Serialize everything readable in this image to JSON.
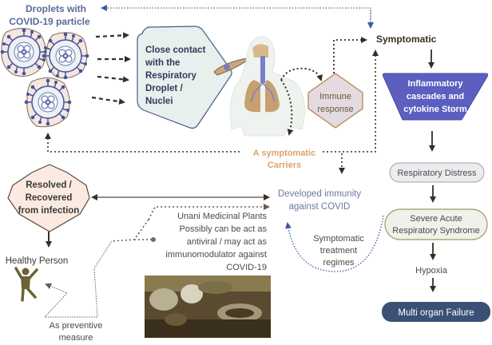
{
  "title": "COVID-19 pathogenesis and Unani medicinal plants flow diagram",
  "colors": {
    "droplet_title": "#5a6a9a",
    "virus_blue": "#3f55a0",
    "droplet_fill": "#f6e6de",
    "contact_fill": "#e8f0ee",
    "contact_stroke": "#4a5a8a",
    "immune_fill": "#e4dae0",
    "immune_stroke": "#b08850",
    "inflammatory_fill": "#5b5fbf",
    "distress_fill": "#ececec",
    "sars_fill": "#eef2ea",
    "sars_stroke": "#9a9a6a",
    "multi_organ_fill": "#3a5075",
    "resolved_fill": "#fbeae0",
    "carriers_text": "#d9a46a",
    "immunity_text": "#6a7aa0",
    "arrow_dark": "#3a2e22",
    "healthy_person": "#6b6235"
  },
  "nodes": {
    "droplets_title_line1": "Droplets with",
    "droplets_title_line2": "COVID-19 particle",
    "close_contact": [
      "Close contact",
      "with the",
      "Respiratory",
      "Droplet /",
      "Nuclei"
    ],
    "immune_response": [
      "Immune",
      "response"
    ],
    "symptomatic": "Symptomatic",
    "inflammatory": [
      "Inflammatory",
      "cascades and",
      "cytokine Storm"
    ],
    "asymptomatic_carriers": [
      "A symptomatic",
      "Carriers"
    ],
    "respiratory_distress": "Respiratory Distress",
    "sars": [
      "Severe Acute",
      "Respiratory Syndrome"
    ],
    "hypoxia": "Hypoxia",
    "multi_organ_failure": "Multi organ Failure",
    "resolved": [
      "Resolved /",
      "Recovered",
      "from infection"
    ],
    "developed_immunity": [
      "Developed immunity",
      "against COVID"
    ],
    "unani": [
      "Unani Medicinal Plants",
      "Possibly can be act as",
      "antiviral / may act as",
      "immunomodulator against",
      "COVID-19"
    ],
    "symptomatic_treatment": [
      "Symptomatic",
      "treatment",
      "regimes"
    ],
    "healthy_person": "Healthy Person",
    "preventive": [
      "As preventive",
      "measure"
    ]
  },
  "icons": {
    "virus": "virus-droplet-icon",
    "lungs": "human-respiratory-system-icon",
    "healthy": "person-cheering-icon",
    "herbs": "herbal-medicine-photo"
  }
}
